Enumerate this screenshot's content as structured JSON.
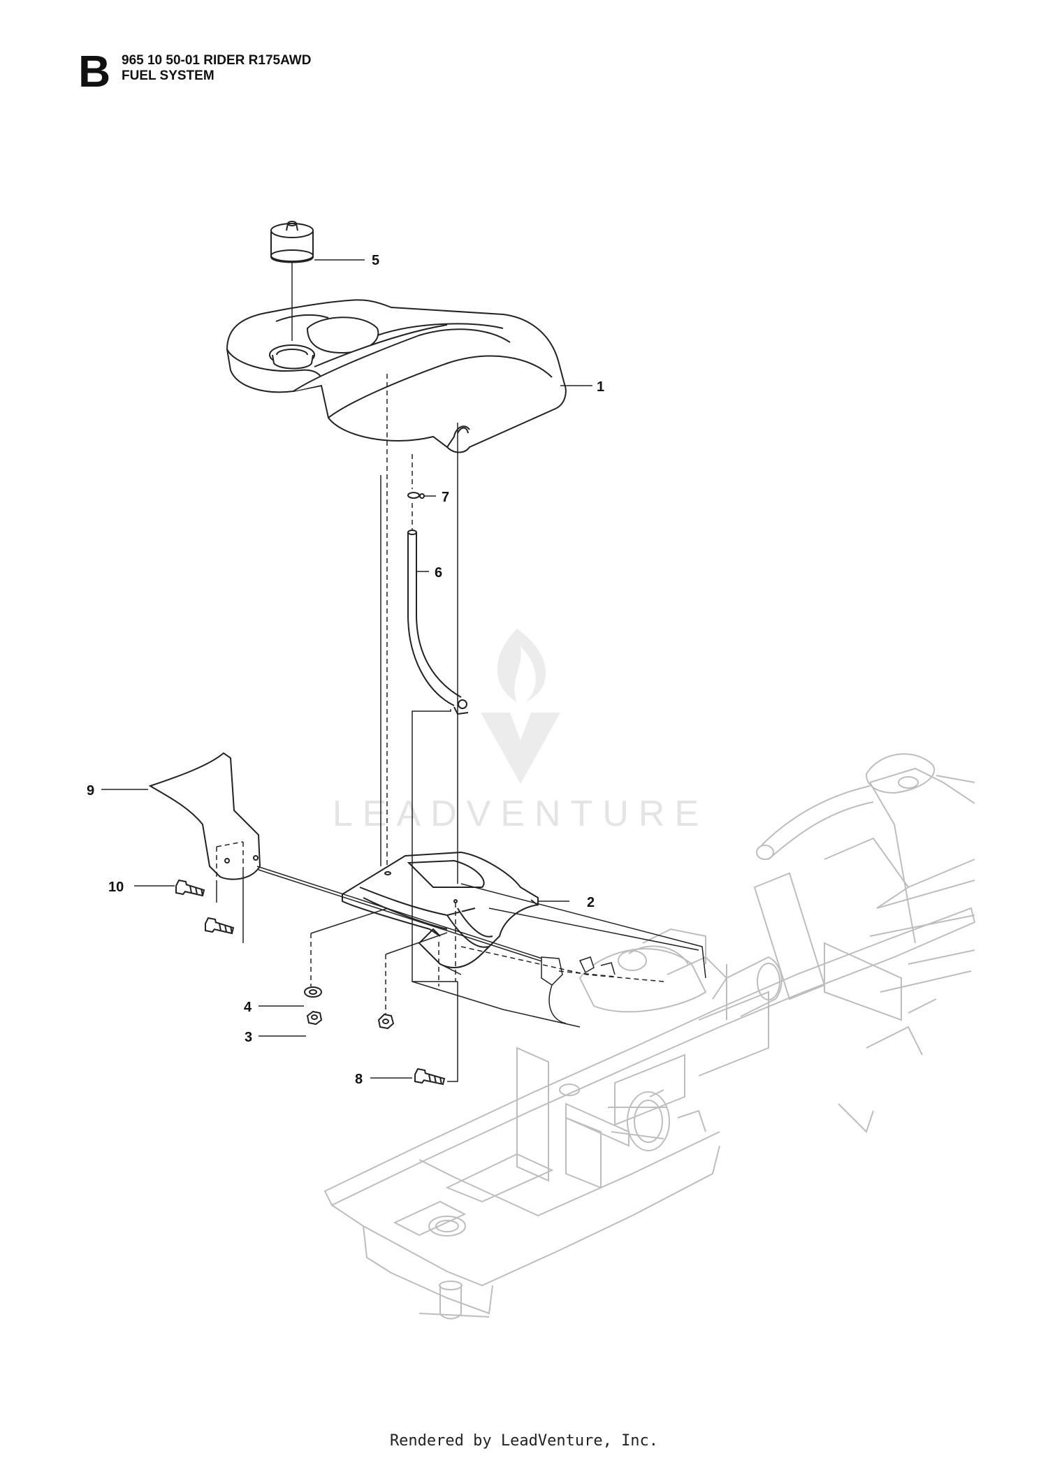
{
  "header": {
    "section_letter": "B",
    "model_line": "965 10 50-01 RIDER R175AWD",
    "system_line": "FUEL SYSTEM"
  },
  "callouts": [
    {
      "number": "1",
      "part": "fuel tank"
    },
    {
      "number": "2",
      "part": "tank bracket"
    },
    {
      "number": "3",
      "part": "nut"
    },
    {
      "number": "4",
      "part": "washer"
    },
    {
      "number": "5",
      "part": "fuel cap"
    },
    {
      "number": "6",
      "part": "fuel hose"
    },
    {
      "number": "7",
      "part": "hose clamp"
    },
    {
      "number": "8",
      "part": "screw"
    },
    {
      "number": "9",
      "part": "cover plate"
    },
    {
      "number": "10",
      "part": "screw"
    }
  ],
  "watermark": {
    "text": "LEADVENTURE"
  },
  "footer": {
    "text": "Rendered by LeadVenture, Inc."
  }
}
